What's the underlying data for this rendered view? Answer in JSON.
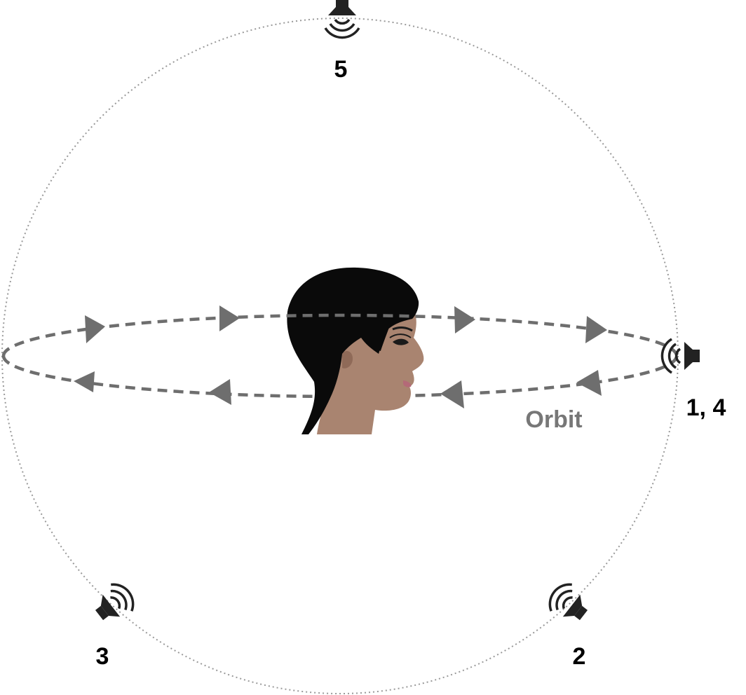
{
  "diagram": {
    "orbit_label": "Orbit",
    "speakers": [
      {
        "id": "speaker-5",
        "label": "5"
      },
      {
        "id": "speaker-1-4",
        "label": "1, 4"
      },
      {
        "id": "speaker-3",
        "label": "3"
      },
      {
        "id": "speaker-2",
        "label": "2"
      }
    ],
    "icons": [
      "speaker-icon",
      "head-profile-icon",
      "arrow-icon"
    ],
    "colors": {
      "sphere": "#999999",
      "orbit": "#6e6e6e",
      "skin": "#a98470",
      "hair": "#0a0a0a",
      "speaker": "#222222"
    }
  }
}
